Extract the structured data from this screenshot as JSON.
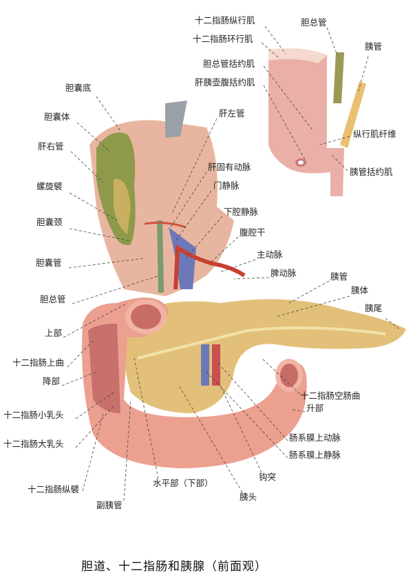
{
  "title": "胆道、十二指肠和胰腺（前面观）",
  "inset_labels": {
    "longitudinal_muscle": "十二指肠纵行肌",
    "circular_muscle": "十二指肠环行肌",
    "bile_duct_sphincter": "胆总管括约肌",
    "ampulla_sphincter": "肝胰壶腹括约肌",
    "common_bile_duct": "胆总管",
    "pancreatic_duct": "胰管",
    "longitudinal_fibers": "纵行肌纤维",
    "pancreatic_duct_sphincter": "胰管括约肌"
  },
  "labels": {
    "left_hepatic_duct": "肝左管",
    "proper_hepatic_artery": "肝固有动脉",
    "portal_vein": "门静脉",
    "inferior_vena_cava": "下腔静脉",
    "celiac_trunk": "腹腔干",
    "aorta": "主动脉",
    "splenic_artery": "脾动脉",
    "pancreatic_duct": "胰管",
    "pancreas_body": "胰体",
    "pancreas_tail": "胰尾",
    "gallbladder_fundus": "胆囊底",
    "gallbladder_body": "胆囊体",
    "right_hepatic_duct": "肝右管",
    "spiral_fold": "螺旋襞",
    "gallbladder_neck": "胆囊颈",
    "cystic_duct": "胆囊管",
    "common_bile_duct": "胆总管",
    "superior_part": "上部",
    "superior_flexure": "十二指肠上曲",
    "descending_part": "降部",
    "minor_papilla": "十二指肠小乳头",
    "major_papilla": "十二指肠大乳头",
    "longitudinal_fold": "十二指肠纵襞",
    "accessory_pancreatic_duct": "副胰管",
    "horizontal_part": "水平部（下部）",
    "pancreas_head": "胰头",
    "uncinate_process": "钩突",
    "sup_mesenteric_vein": "肠系膜上静脉",
    "sup_mesenteric_artery": "肠系膜上动脉",
    "ascending_part": "升部",
    "duodenojejunal_flexure": "十二指肠空肠曲"
  }
}
